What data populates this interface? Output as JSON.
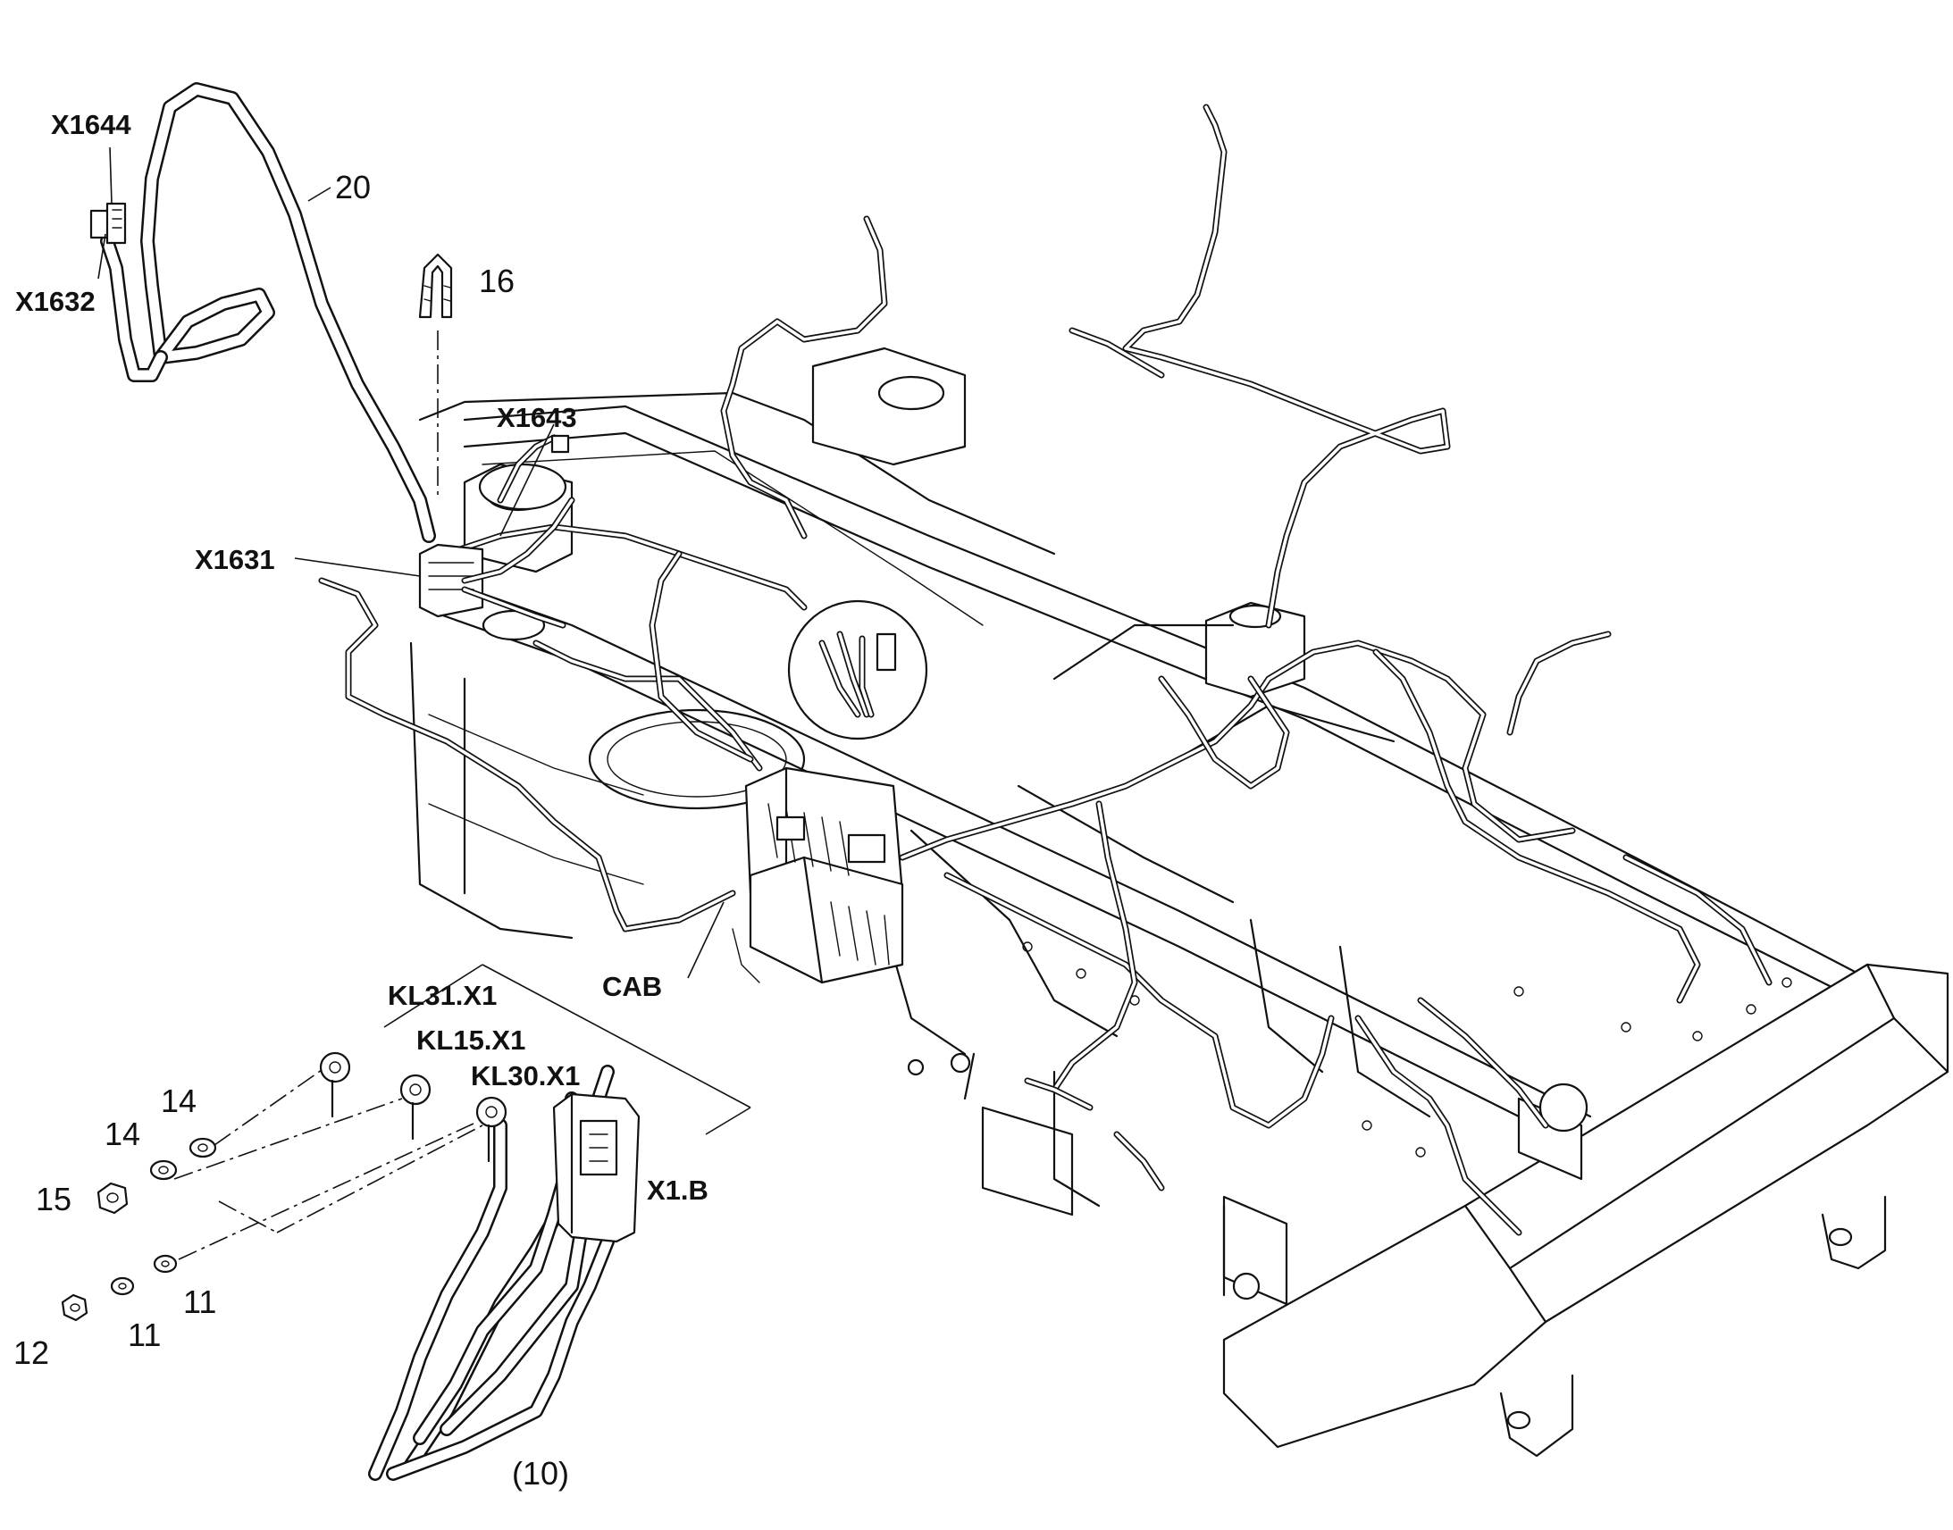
{
  "labels": {
    "x1644": "X1644",
    "x1632": "X1632",
    "item20": "20",
    "item16": "16",
    "x1643": "X1643",
    "x1631": "X1631",
    "cab": "CAB",
    "kl31": "KL31.X1",
    "kl15": "KL15.X1",
    "kl30": "KL30.X1",
    "x1b": "X1.B",
    "item14a": "14",
    "item14b": "14",
    "item15": "15",
    "item12": "12",
    "item11a": "11",
    "item11b": "11",
    "item10": "(10)"
  }
}
